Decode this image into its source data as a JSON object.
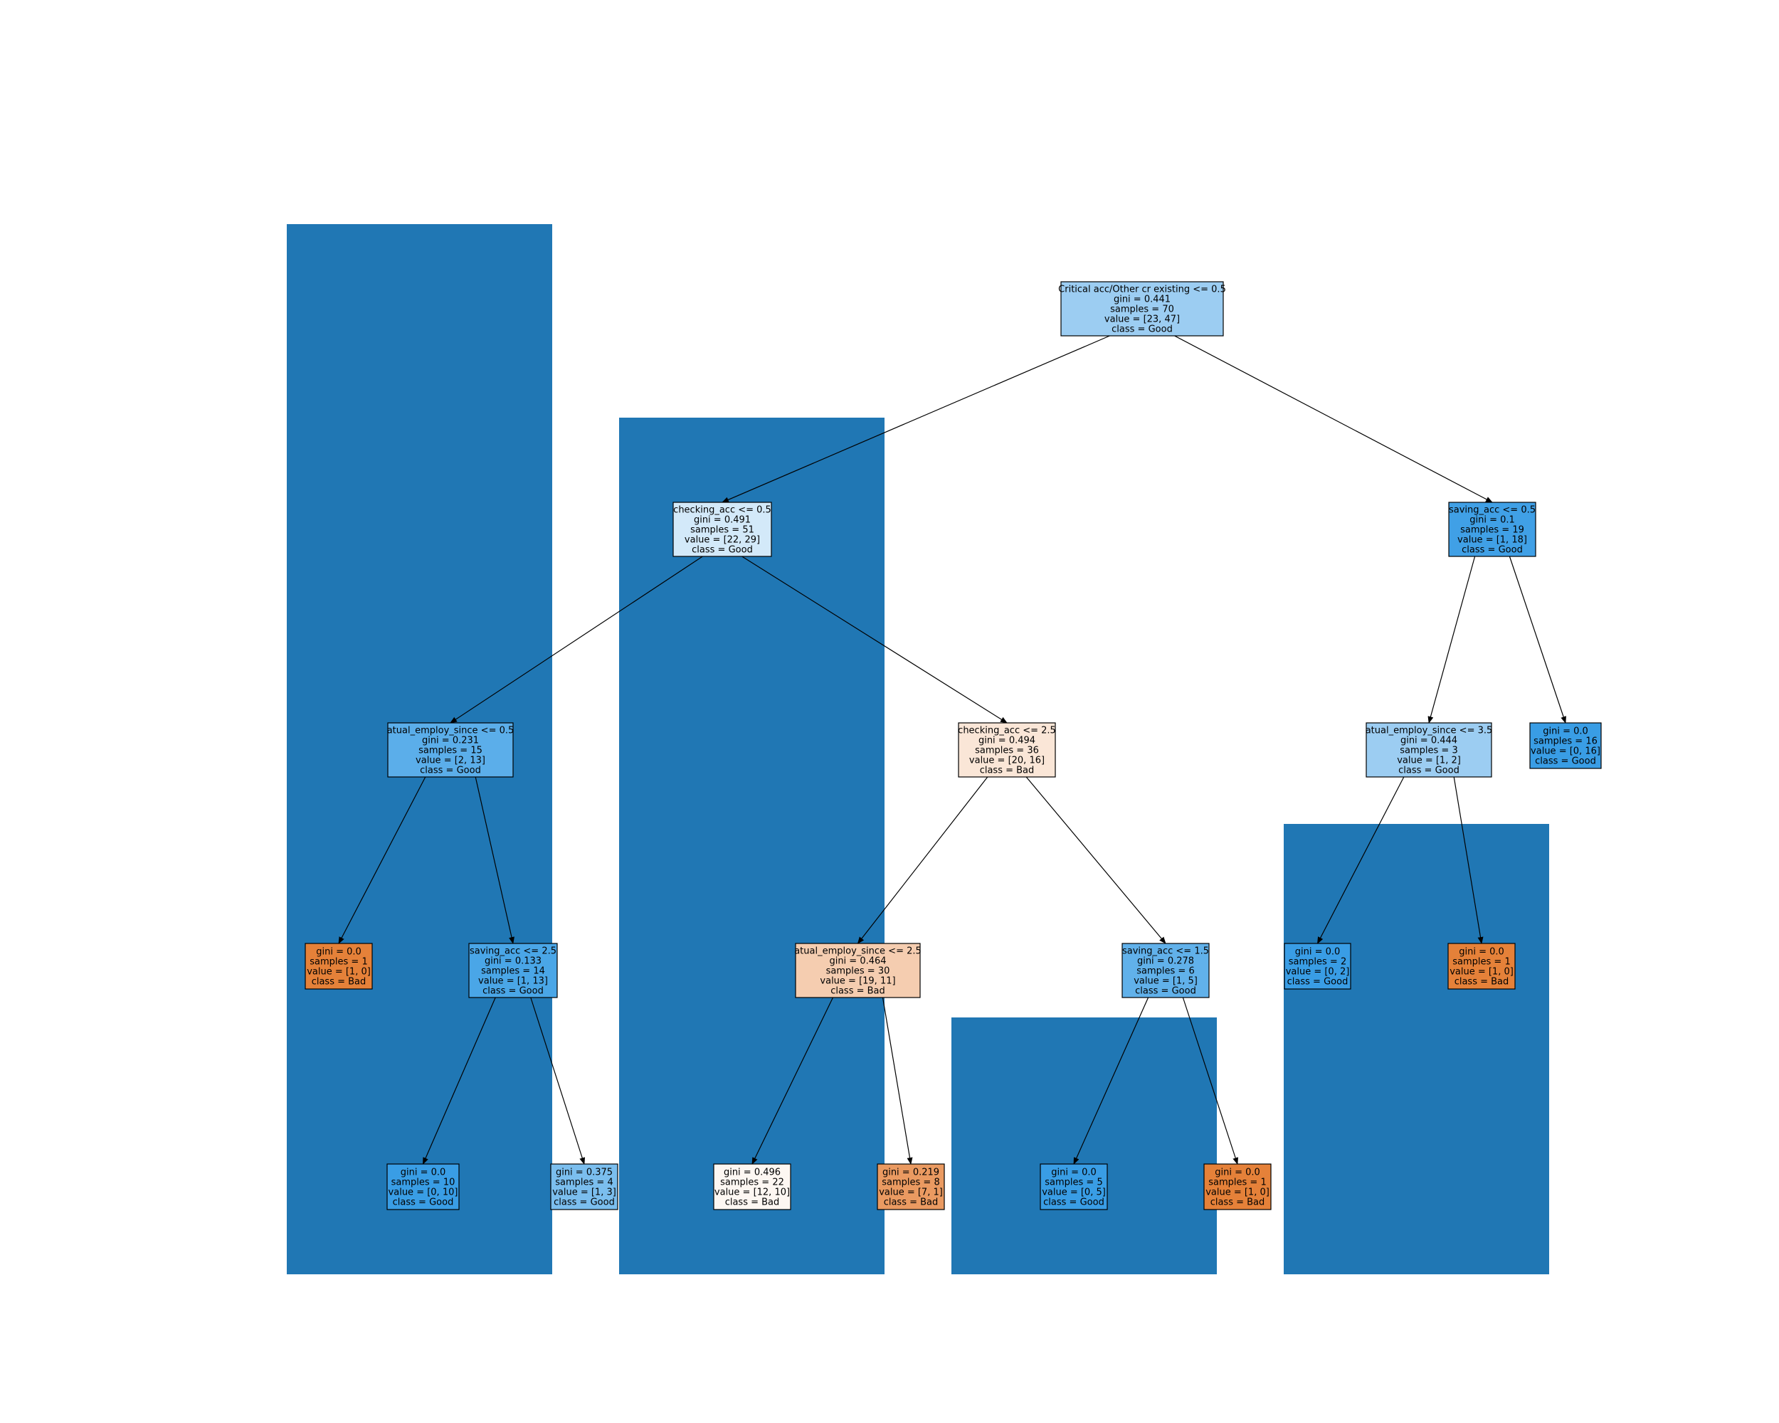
{
  "colors": {
    "background_bar": "#2077b4",
    "edge": "#000000",
    "node_border": "#000000"
  },
  "background_bars": [
    {
      "id": "bar-1"
    },
    {
      "id": "bar-2"
    },
    {
      "id": "bar-3"
    },
    {
      "id": "bar-4"
    }
  ],
  "tree": {
    "nodes": [
      {
        "id": "n0",
        "fill": "#9ccdf2",
        "lines": [
          "Critical acc/Other cr existing <= 0.5",
          "gini = 0.441",
          "samples = 70",
          "value = [23, 47]",
          "class = Good"
        ]
      },
      {
        "id": "n1",
        "fill": "#d3e9f9",
        "lines": [
          "checking_acc <= 0.5",
          "gini = 0.491",
          "samples = 51",
          "value = [22, 29]",
          "class = Good"
        ]
      },
      {
        "id": "n2",
        "fill": "#5baeea",
        "lines": [
          "atual_employ_since <= 0.5",
          "gini = 0.231",
          "samples = 15",
          "value = [2, 13]",
          "class = Good"
        ]
      },
      {
        "id": "n3",
        "fill": "#e58139",
        "lines": [
          "gini = 0.0",
          "samples = 1",
          "value = [1, 0]",
          "class = Bad"
        ]
      },
      {
        "id": "n4",
        "fill": "#4aa6e7",
        "lines": [
          "saving_acc <= 2.5",
          "gini = 0.133",
          "samples = 14",
          "value = [1, 13]",
          "class = Good"
        ]
      },
      {
        "id": "n5",
        "fill": "#399de5",
        "lines": [
          "gini = 0.0",
          "samples = 10",
          "value = [0, 10]",
          "class = Good"
        ]
      },
      {
        "id": "n6",
        "fill": "#7bbeee",
        "lines": [
          "gini = 0.375",
          "samples = 4",
          "value = [1, 3]",
          "class = Good"
        ]
      },
      {
        "id": "n7",
        "fill": "#fae6d7",
        "lines": [
          "checking_acc <= 2.5",
          "gini = 0.494",
          "samples = 36",
          "value = [20, 16]",
          "class = Bad"
        ]
      },
      {
        "id": "n8",
        "fill": "#f5cdb0",
        "lines": [
          "atual_employ_since <= 2.5",
          "gini = 0.464",
          "samples = 30",
          "value = [19, 11]",
          "class = Bad"
        ]
      },
      {
        "id": "n9",
        "fill": "#fdf7f2",
        "lines": [
          "gini = 0.496",
          "samples = 22",
          "value = [12, 10]",
          "class = Bad"
        ]
      },
      {
        "id": "n10",
        "fill": "#ea9a61",
        "lines": [
          "gini = 0.219",
          "samples = 8",
          "value = [7, 1]",
          "class = Bad"
        ]
      },
      {
        "id": "n11",
        "fill": "#61b1ea",
        "lines": [
          "saving_acc <= 1.5",
          "gini = 0.278",
          "samples = 6",
          "value = [1, 5]",
          "class = Good"
        ]
      },
      {
        "id": "n12",
        "fill": "#399de5",
        "lines": [
          "gini = 0.0",
          "samples = 5",
          "value = [0, 5]",
          "class = Good"
        ]
      },
      {
        "id": "n13",
        "fill": "#e58139",
        "lines": [
          "gini = 0.0",
          "samples = 1",
          "value = [1, 0]",
          "class = Bad"
        ]
      },
      {
        "id": "n14",
        "fill": "#40a0e6",
        "lines": [
          "saving_acc <= 0.5",
          "gini = 0.1",
          "samples = 19",
          "value = [1, 18]",
          "class = Good"
        ]
      },
      {
        "id": "n15",
        "fill": "#9ccdf2",
        "lines": [
          "atual_employ_since <= 3.5",
          "gini = 0.444",
          "samples = 3",
          "value = [1, 2]",
          "class = Good"
        ]
      },
      {
        "id": "n16",
        "fill": "#399de5",
        "lines": [
          "gini = 0.0",
          "samples = 2",
          "value = [0, 2]",
          "class = Good"
        ]
      },
      {
        "id": "n17",
        "fill": "#e58139",
        "lines": [
          "gini = 0.0",
          "samples = 1",
          "value = [1, 0]",
          "class = Bad"
        ]
      },
      {
        "id": "n18",
        "fill": "#399de5",
        "lines": [
          "gini = 0.0",
          "samples = 16",
          "value = [0, 16]",
          "class = Good"
        ]
      }
    ],
    "edges": [
      [
        "n0",
        "n1"
      ],
      [
        "n0",
        "n14"
      ],
      [
        "n1",
        "n2"
      ],
      [
        "n1",
        "n7"
      ],
      [
        "n2",
        "n3"
      ],
      [
        "n2",
        "n4"
      ],
      [
        "n4",
        "n5"
      ],
      [
        "n4",
        "n6"
      ],
      [
        "n7",
        "n8"
      ],
      [
        "n7",
        "n11"
      ],
      [
        "n8",
        "n9"
      ],
      [
        "n8",
        "n10"
      ],
      [
        "n11",
        "n12"
      ],
      [
        "n11",
        "n13"
      ],
      [
        "n14",
        "n15"
      ],
      [
        "n14",
        "n18"
      ],
      [
        "n15",
        "n16"
      ],
      [
        "n15",
        "n17"
      ]
    ]
  }
}
